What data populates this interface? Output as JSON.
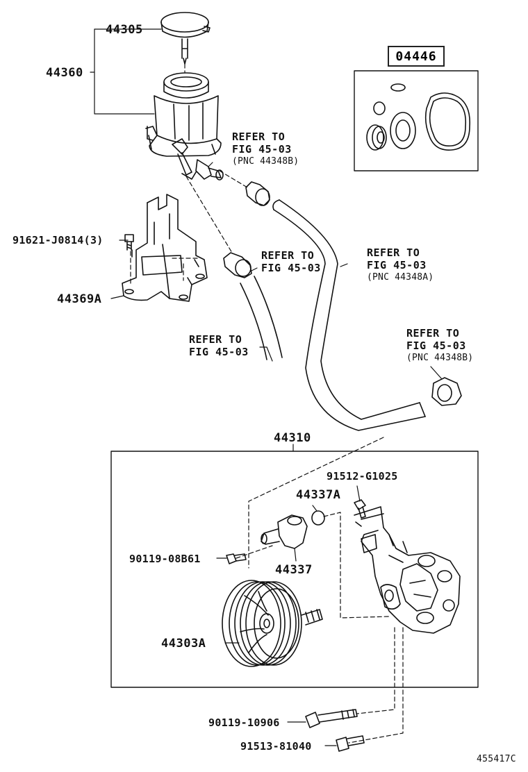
{
  "labels": {
    "p44305": "44305",
    "p44360": "44360",
    "p04446": "04446",
    "p91621": "91621-J0814(3)",
    "p44369a": "44369A",
    "p44310": "44310",
    "p91512": "91512-G1025",
    "p44337a": "44337A",
    "p90119_08": "90119-08B61",
    "p44337": "44337",
    "p44303a": "44303A",
    "p90119_10": "90119-10906",
    "p91513": "91513-81040"
  },
  "refs": [
    {
      "line1": "REFER TO",
      "line2": "FIG 45-03",
      "line3": "(PNC 44348B)"
    },
    {
      "line1": "REFER TO",
      "line2": "FIG 45-03"
    },
    {
      "line1": "REFER TO",
      "line2": "FIG 45-03",
      "line3": "(PNC 44348A)"
    },
    {
      "line1": "REFER TO",
      "line2": "FIG 45-03"
    },
    {
      "line1": "REFER TO",
      "line2": "FIG 45-03",
      "line3": "(PNC 44348B)"
    }
  ],
  "illustration_code": "455417C"
}
